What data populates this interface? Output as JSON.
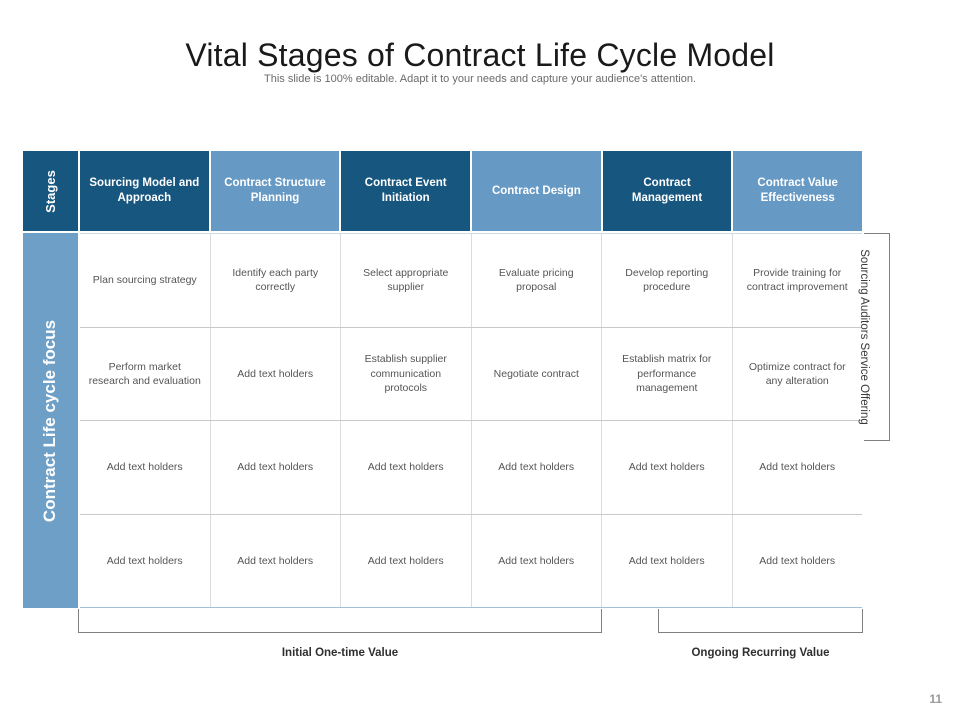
{
  "slide": {
    "title": "Vital Stages of Contract Life Cycle Model",
    "subtitle": "This slide is 100% editable. Adapt it to your needs and capture your audience's attention.",
    "page_number": "11"
  },
  "rail": {
    "stages_label": "Stages",
    "focus_label": "Contract Life cycle focus"
  },
  "colors": {
    "header_dark": "#17567F",
    "header_light": "#6699C4",
    "rail_focus": "#6E9FC6",
    "cell_text": "#555555",
    "title_text": "#1a1a1a"
  },
  "matrix": {
    "columns": [
      {
        "label": "Sourcing Model and Approach",
        "tone": "dark"
      },
      {
        "label": "Contract Structure Planning",
        "tone": "light"
      },
      {
        "label": "Contract Event Initiation",
        "tone": "dark"
      },
      {
        "label": "Contract Design",
        "tone": "light"
      },
      {
        "label": "Contract Management",
        "tone": "dark"
      },
      {
        "label": "Contract Value Effectiveness",
        "tone": "light"
      }
    ],
    "rows": [
      [
        "Plan sourcing strategy",
        "Identify each party correctly",
        "Select appropriate supplier",
        "Evaluate pricing proposal",
        "Develop reporting procedure",
        "Provide training for contract improvement"
      ],
      [
        "Perform market research and evaluation",
        "Add text holders",
        "Establish supplier communication protocols",
        "Negotiate contract",
        "Establish matrix for performance management",
        "Optimize contract for any alteration"
      ],
      [
        "Add text holders",
        "Add text holders",
        "Add text holders",
        "Add text holders",
        "Add text holders",
        "Add text holders"
      ],
      [
        "Add text holders",
        "Add text holders",
        "Add text holders",
        "Add text holders",
        "Add text holders",
        "Add text holders"
      ]
    ]
  },
  "annotations": {
    "right_bracket_label": "Sourcing Auditors Service Offering",
    "bottom_left_label": "Initial One-time Value",
    "bottom_right_label": "Ongoing Recurring Value"
  }
}
